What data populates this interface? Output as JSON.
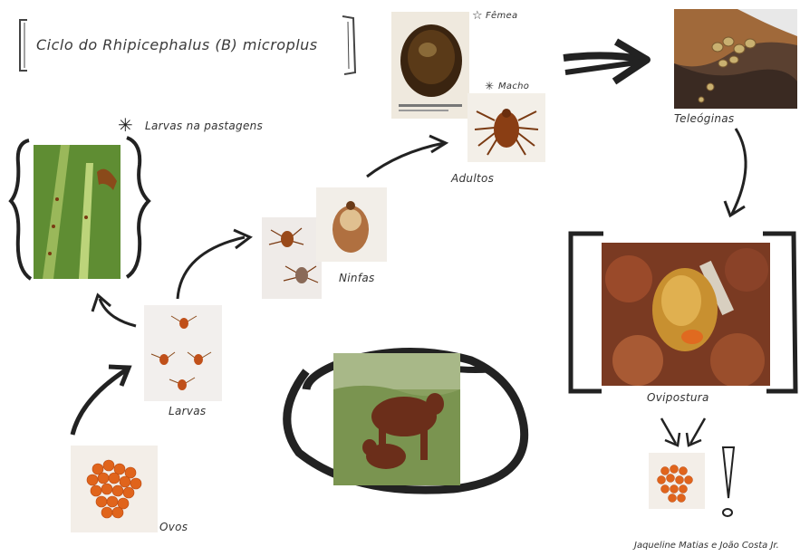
{
  "title": "Ciclo do Rhipicephalus (B) microplus",
  "labels": {
    "female": "Fêmea",
    "male": "Macho",
    "adults": "Adultos",
    "teleoginas": "Teleóginas",
    "larvae_pasture": "Larvas na pastagens",
    "nymphs": "Ninfas",
    "larvae": "Larvas",
    "oviposition": "Oviposturа",
    "eggs": "Ovos"
  },
  "credit": "Jaqueline Matias e João Costa Jr.",
  "symbols": {
    "female": "☆",
    "male": "✳",
    "exclamation": "!"
  },
  "colors": {
    "tick_brown": "#7a3a12",
    "egg_orange": "#e0641c",
    "cow_brown": "#6b2e1a",
    "ink": "#2b2b2b"
  },
  "icons": [
    "female-symbol-icon",
    "male-symbol-icon",
    "asterisk-icon",
    "exclamation-icon"
  ]
}
